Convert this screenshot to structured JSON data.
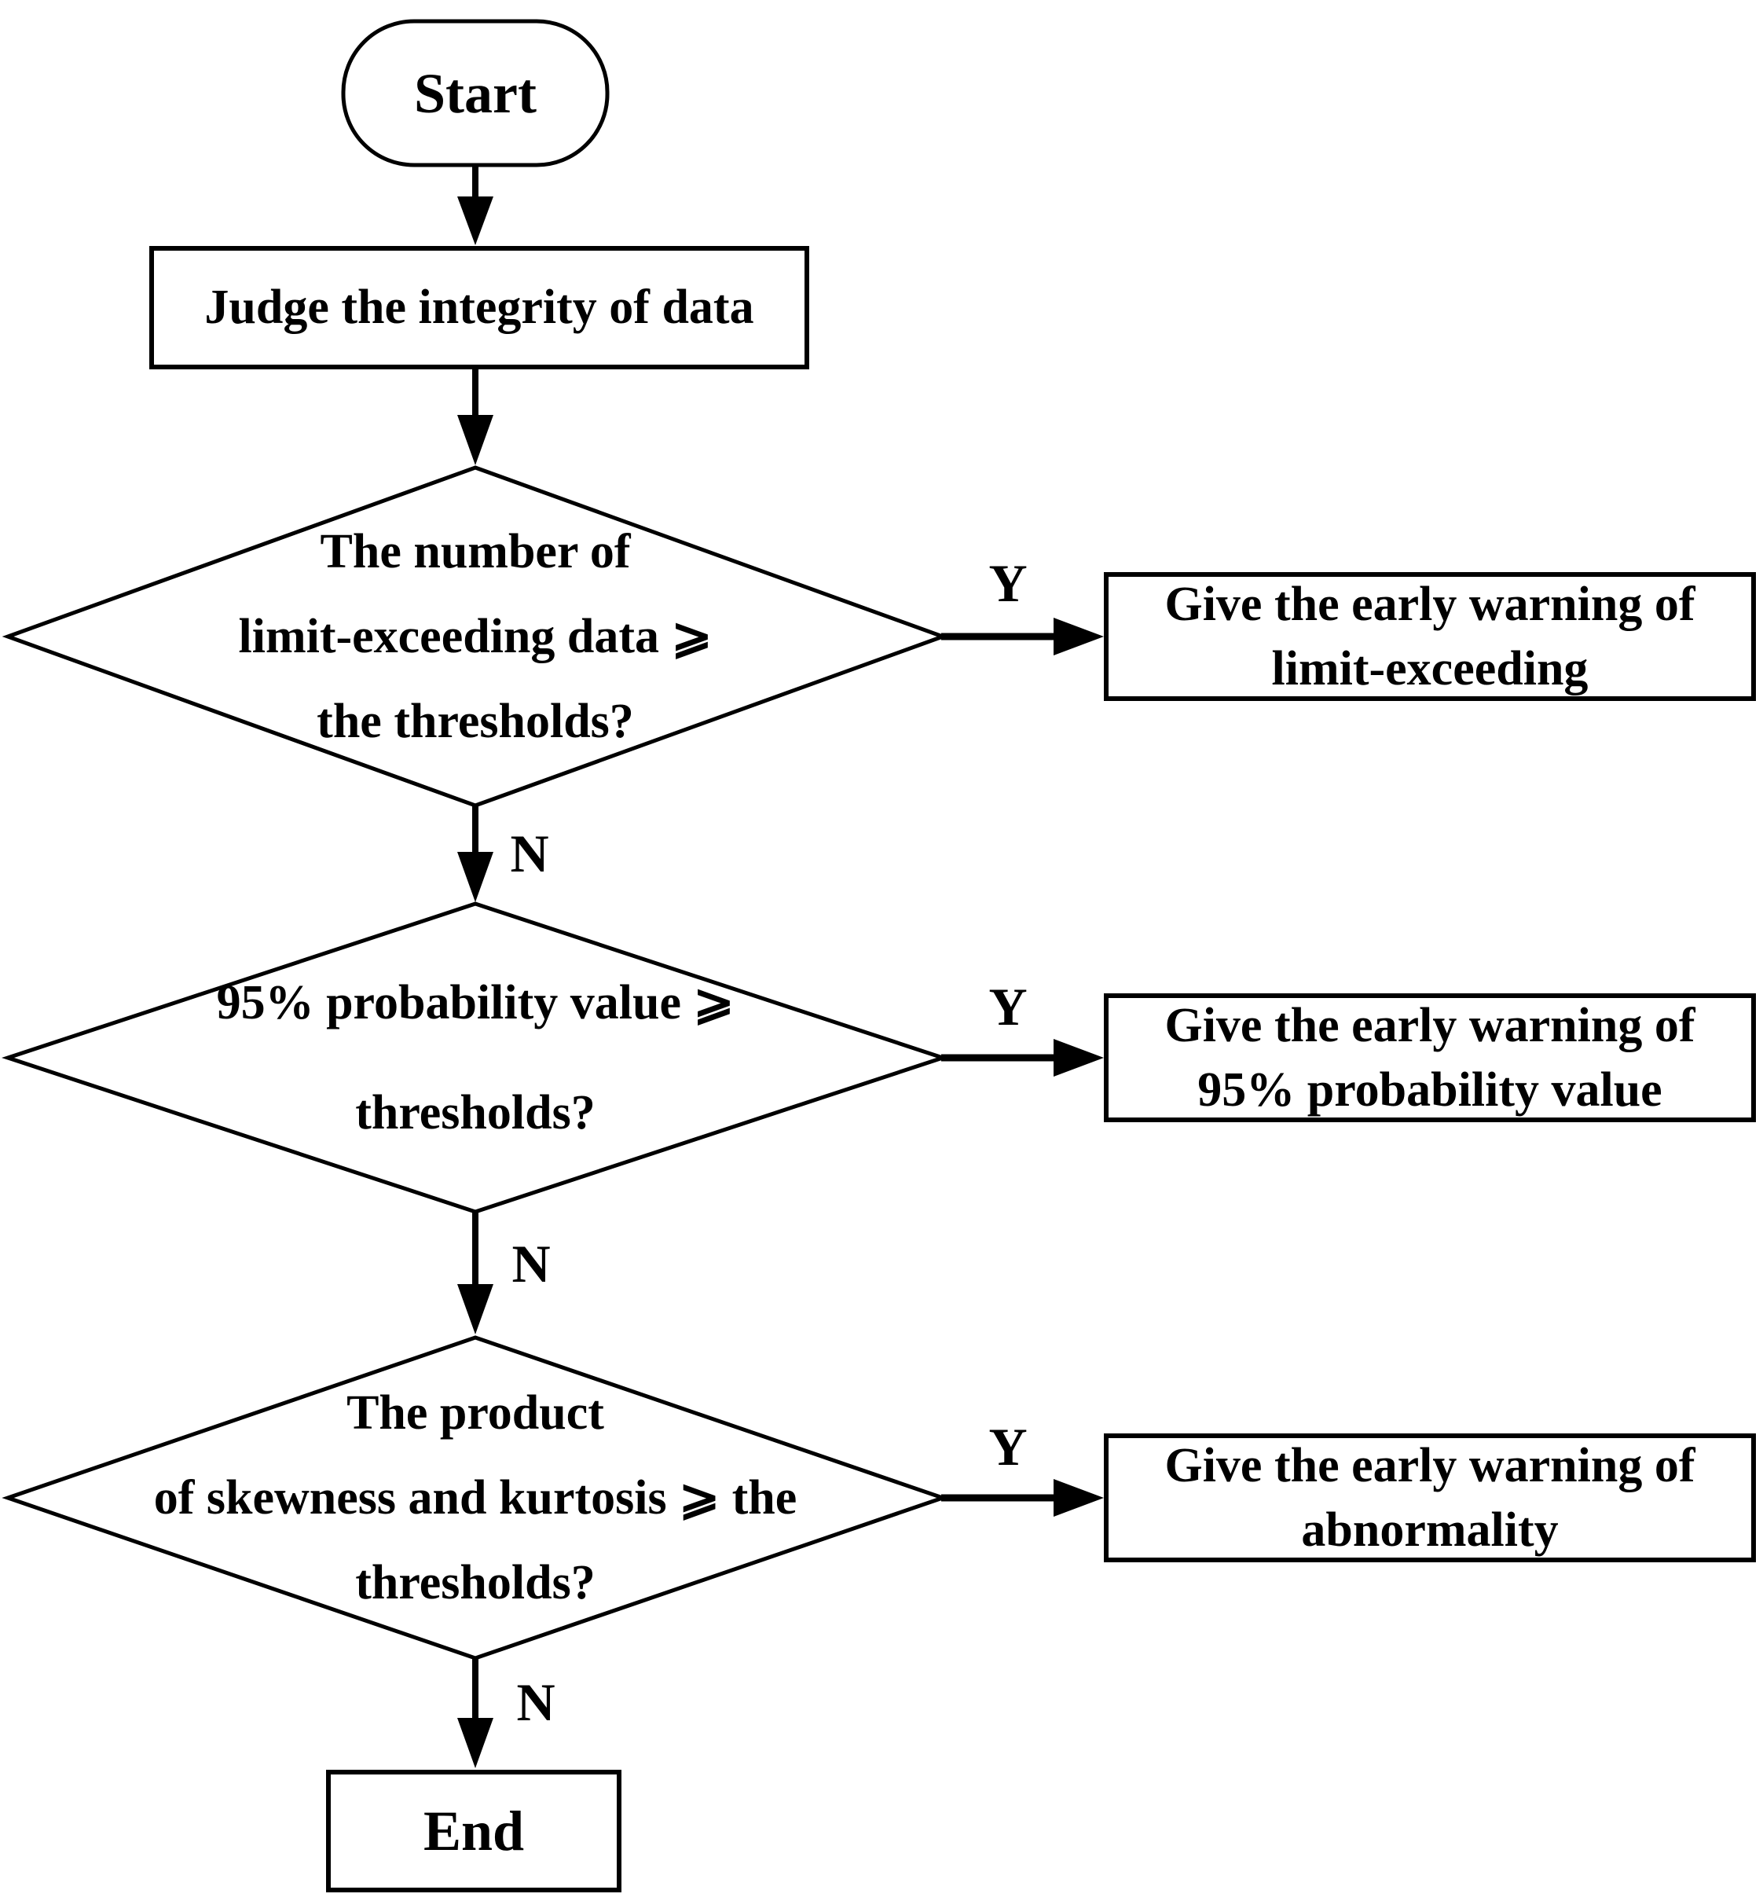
{
  "colors": {
    "stroke": "#000000",
    "fill": "#ffffff",
    "background": "#ffffff"
  },
  "flowchart": {
    "start": {
      "label": "Start"
    },
    "process_judge": {
      "label": "Judge the integrity of data"
    },
    "decision_limit": {
      "lines": [
        "The number of",
        "limit-exceeding data ⩾",
        "the thresholds?"
      ]
    },
    "warning_limit": {
      "lines": [
        "Give the early warning of",
        "limit-exceeding"
      ]
    },
    "decision_probability": {
      "lines": [
        "95% probability value ⩾",
        "thresholds?"
      ]
    },
    "warning_probability": {
      "lines": [
        "Give the early warning of",
        "95% probability value"
      ]
    },
    "decision_skewness": {
      "lines": [
        "The product",
        "of skewness and kurtosis ⩾ the",
        "thresholds?"
      ]
    },
    "warning_abnormality": {
      "lines": [
        "Give the early warning of",
        "abnormality"
      ]
    },
    "end": {
      "label": "End"
    },
    "branch_labels": {
      "yes": "Y",
      "no": "N"
    }
  }
}
